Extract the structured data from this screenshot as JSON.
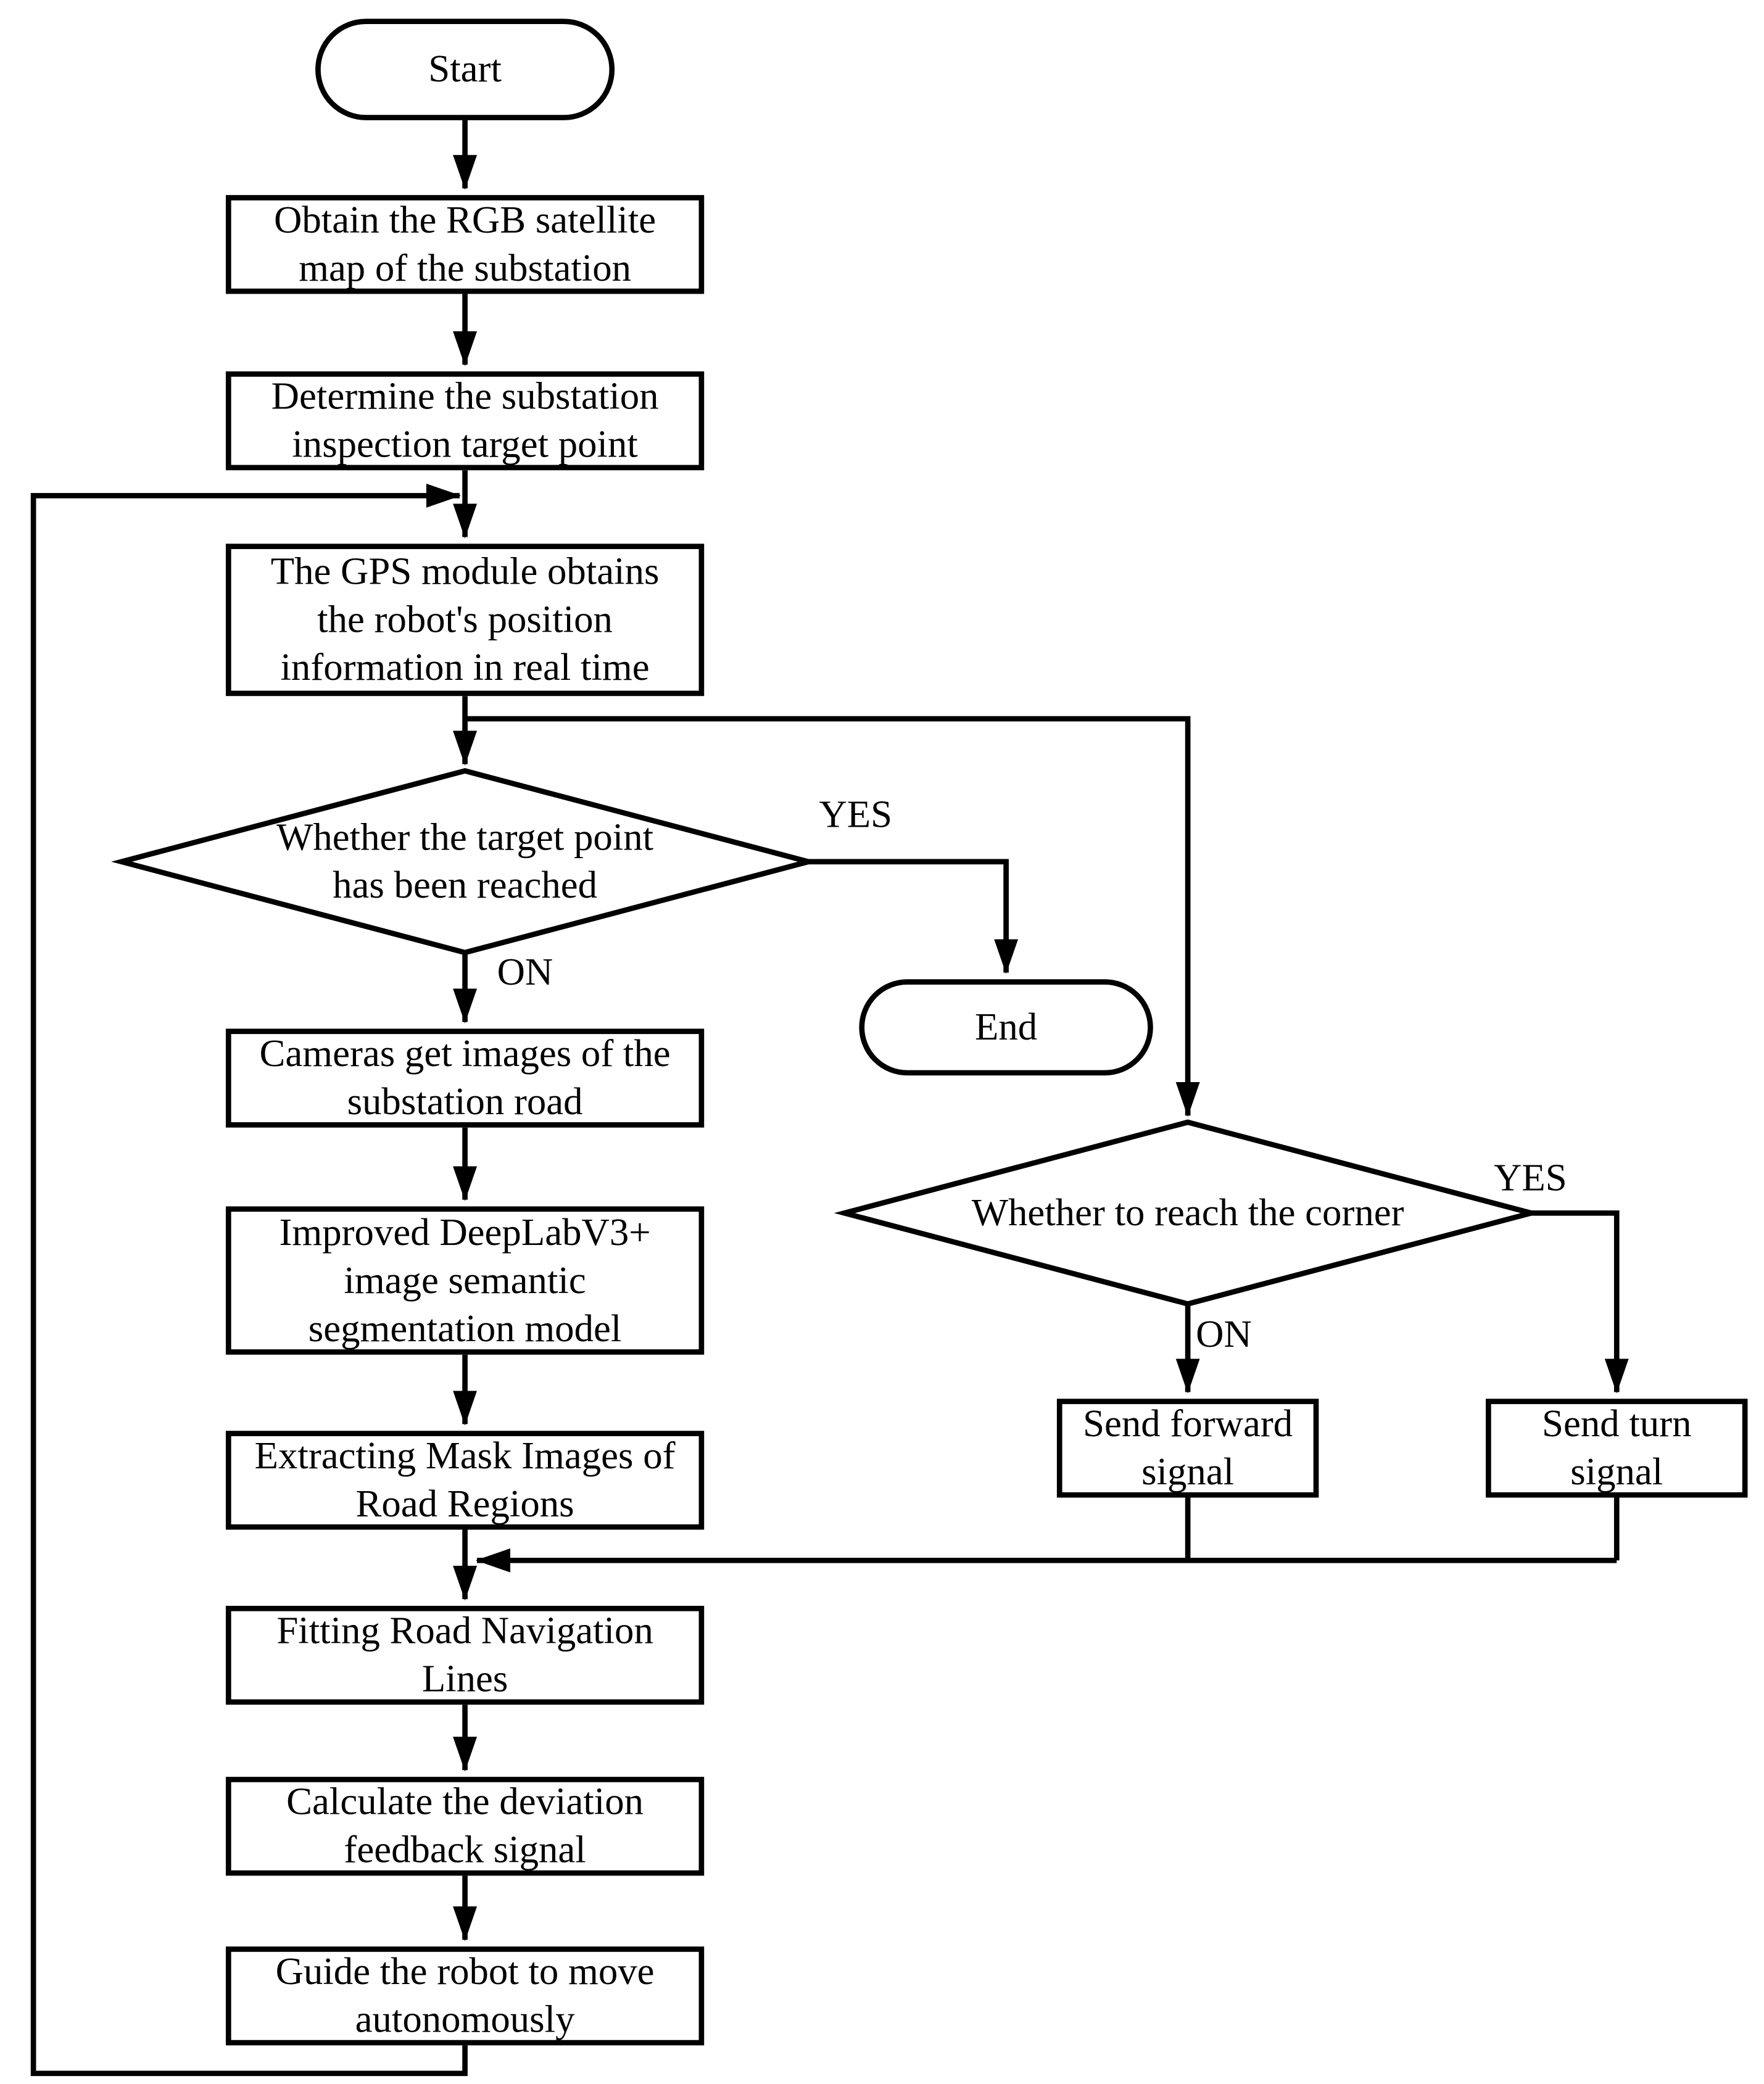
{
  "colors": {
    "stroke": "#000000",
    "background": "#ffffff"
  },
  "nodes": {
    "start": {
      "type": "terminal",
      "label": "Start"
    },
    "obtain_map": {
      "type": "process",
      "label": "Obtain the RGB satellite\nmap of the substation"
    },
    "determine_target": {
      "type": "process",
      "label": "Determine the substation\ninspection target point"
    },
    "gps_position": {
      "type": "process",
      "label": "The GPS module obtains\nthe robot's position\ninformation in real time"
    },
    "target_reached": {
      "type": "decision",
      "label": "Whether the target point\nhas been reached"
    },
    "end": {
      "type": "terminal",
      "label": "End"
    },
    "cameras": {
      "type": "process",
      "label": "Cameras get images of the\nsubstation road"
    },
    "deeplab": {
      "type": "process",
      "label": "Improved DeepLabV3+\nimage semantic\nsegmentation model"
    },
    "extract_mask": {
      "type": "process",
      "label": "Extracting Mask Images of\nRoad Regions"
    },
    "fitting_lines": {
      "type": "process",
      "label": "Fitting Road Navigation\nLines"
    },
    "calc_deviation": {
      "type": "process",
      "label": "Calculate the deviation\nfeedback signal"
    },
    "guide_robot": {
      "type": "process",
      "label": "Guide the robot to move\nautonomously"
    },
    "reach_corner": {
      "type": "decision",
      "label": "Whether to reach the corner"
    },
    "send_forward": {
      "type": "process",
      "label": "Send forward\nsignal"
    },
    "send_turn": {
      "type": "process",
      "label": "Send turn\nsignal"
    }
  },
  "edge_labels": {
    "target_reached_yes": "YES",
    "target_reached_no": "ON",
    "reach_corner_yes": "YES",
    "reach_corner_no": "ON"
  },
  "edges": [
    {
      "from": "start",
      "to": "obtain_map"
    },
    {
      "from": "obtain_map",
      "to": "determine_target"
    },
    {
      "from": "determine_target",
      "to": "gps_position"
    },
    {
      "from": "gps_position",
      "to": "target_reached"
    },
    {
      "from": "gps_position",
      "to": "reach_corner"
    },
    {
      "from": "target_reached",
      "to": "end",
      "label": "YES"
    },
    {
      "from": "target_reached",
      "to": "cameras",
      "label": "ON"
    },
    {
      "from": "cameras",
      "to": "deeplab"
    },
    {
      "from": "deeplab",
      "to": "extract_mask"
    },
    {
      "from": "extract_mask",
      "to": "fitting_lines"
    },
    {
      "from": "reach_corner",
      "to": "send_forward",
      "label": "ON"
    },
    {
      "from": "reach_corner",
      "to": "send_turn",
      "label": "YES"
    },
    {
      "from": "send_forward",
      "to": "fitting_lines"
    },
    {
      "from": "send_turn",
      "to": "fitting_lines"
    },
    {
      "from": "fitting_lines",
      "to": "calc_deviation"
    },
    {
      "from": "calc_deviation",
      "to": "guide_robot"
    },
    {
      "from": "guide_robot",
      "to": "gps_position"
    }
  ]
}
